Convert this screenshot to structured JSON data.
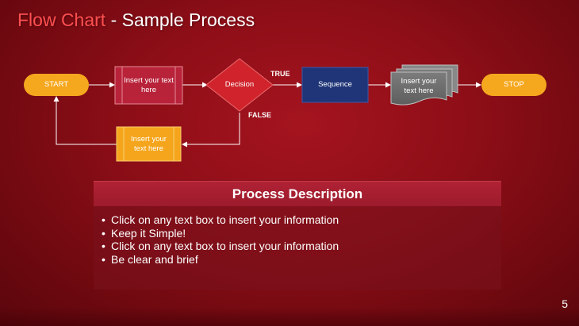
{
  "title": {
    "accent": "Flow Chart",
    "rest": " - Sample Process"
  },
  "flow": {
    "start": "START",
    "process_top": "Insert your text here",
    "decision": "Decision",
    "sequence": "Sequence",
    "documents": "Insert your text here",
    "stop": "STOP",
    "process_bottom": "Insert your text here",
    "label_true": "TRUE",
    "label_false": "FALSE"
  },
  "colors": {
    "terminator": "#f5a71e",
    "process_top": "#b8233a",
    "decision": "#d0232b",
    "sequence": "#1f3577",
    "documents": "#6d6d6d",
    "process_bottom": "#f5a51c"
  },
  "description": {
    "heading": "Process Description",
    "items": [
      "Click on any text box to insert your information",
      "Keep it Simple!",
      "Click on any text box to insert your information",
      "Be clear and brief"
    ]
  },
  "page_number": "5"
}
